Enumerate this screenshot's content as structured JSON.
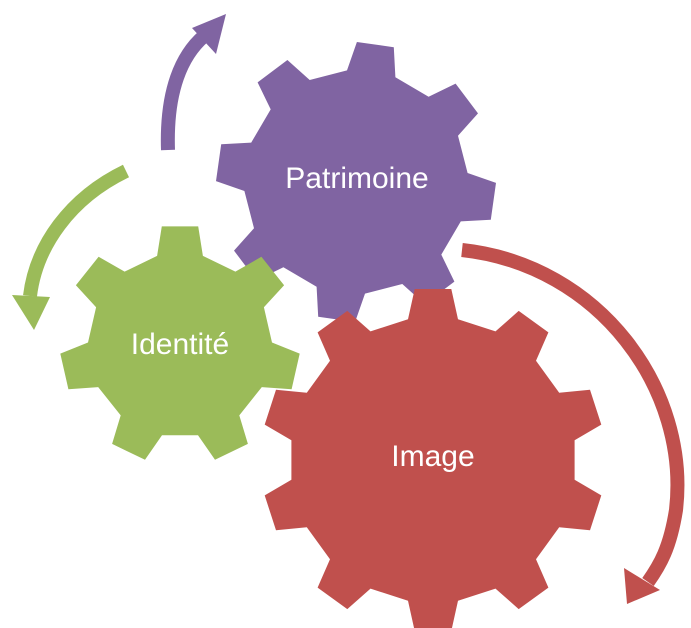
{
  "gears": [
    {
      "id": "patrimoine",
      "label": "Patrimoine",
      "color": "#8064a2"
    },
    {
      "id": "identite",
      "label": "Identité",
      "color": "#9bbb59"
    },
    {
      "id": "image",
      "label": "Image",
      "color": "#c0504d"
    }
  ],
  "arrows": [
    {
      "id": "purple",
      "color": "#8064a2",
      "direction": "clockwise"
    },
    {
      "id": "green",
      "color": "#9bbb59",
      "direction": "counterclockwise"
    },
    {
      "id": "red",
      "color": "#c0504d",
      "direction": "clockwise"
    }
  ]
}
